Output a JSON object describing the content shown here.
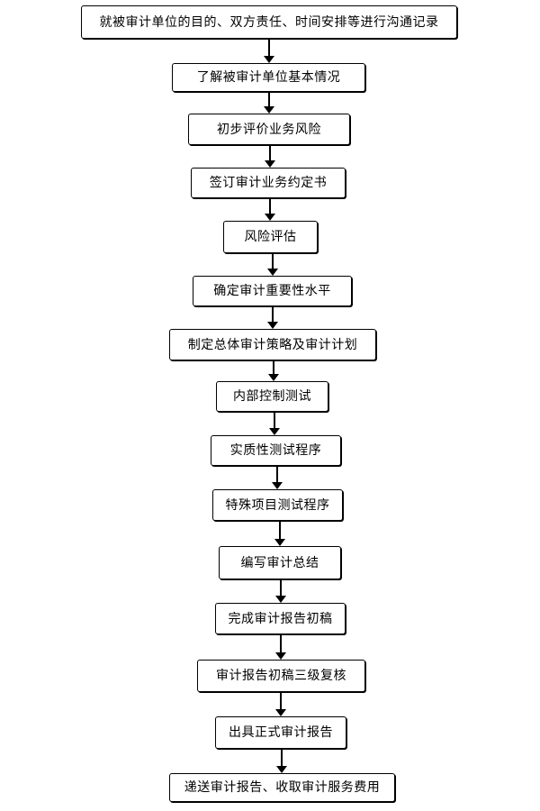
{
  "flowchart": {
    "steps": [
      "就被审计单位的目的、双方责任、时间安排等进行沟通记录",
      "了解被审计单位基本情况",
      "初步评价业务风险",
      "签订审计业务约定书",
      "风险评估",
      "确定审计重要性水平",
      "制定总体审计策略及审计计划",
      "内部控制测试",
      "实质性测试程序",
      "特殊项目测试程序",
      "编写审计总结",
      "完成审计报告初稿",
      "审计报告初稿三级复核",
      "出具正式审计报告",
      "递送审计报告、收取审计服务费用"
    ]
  }
}
